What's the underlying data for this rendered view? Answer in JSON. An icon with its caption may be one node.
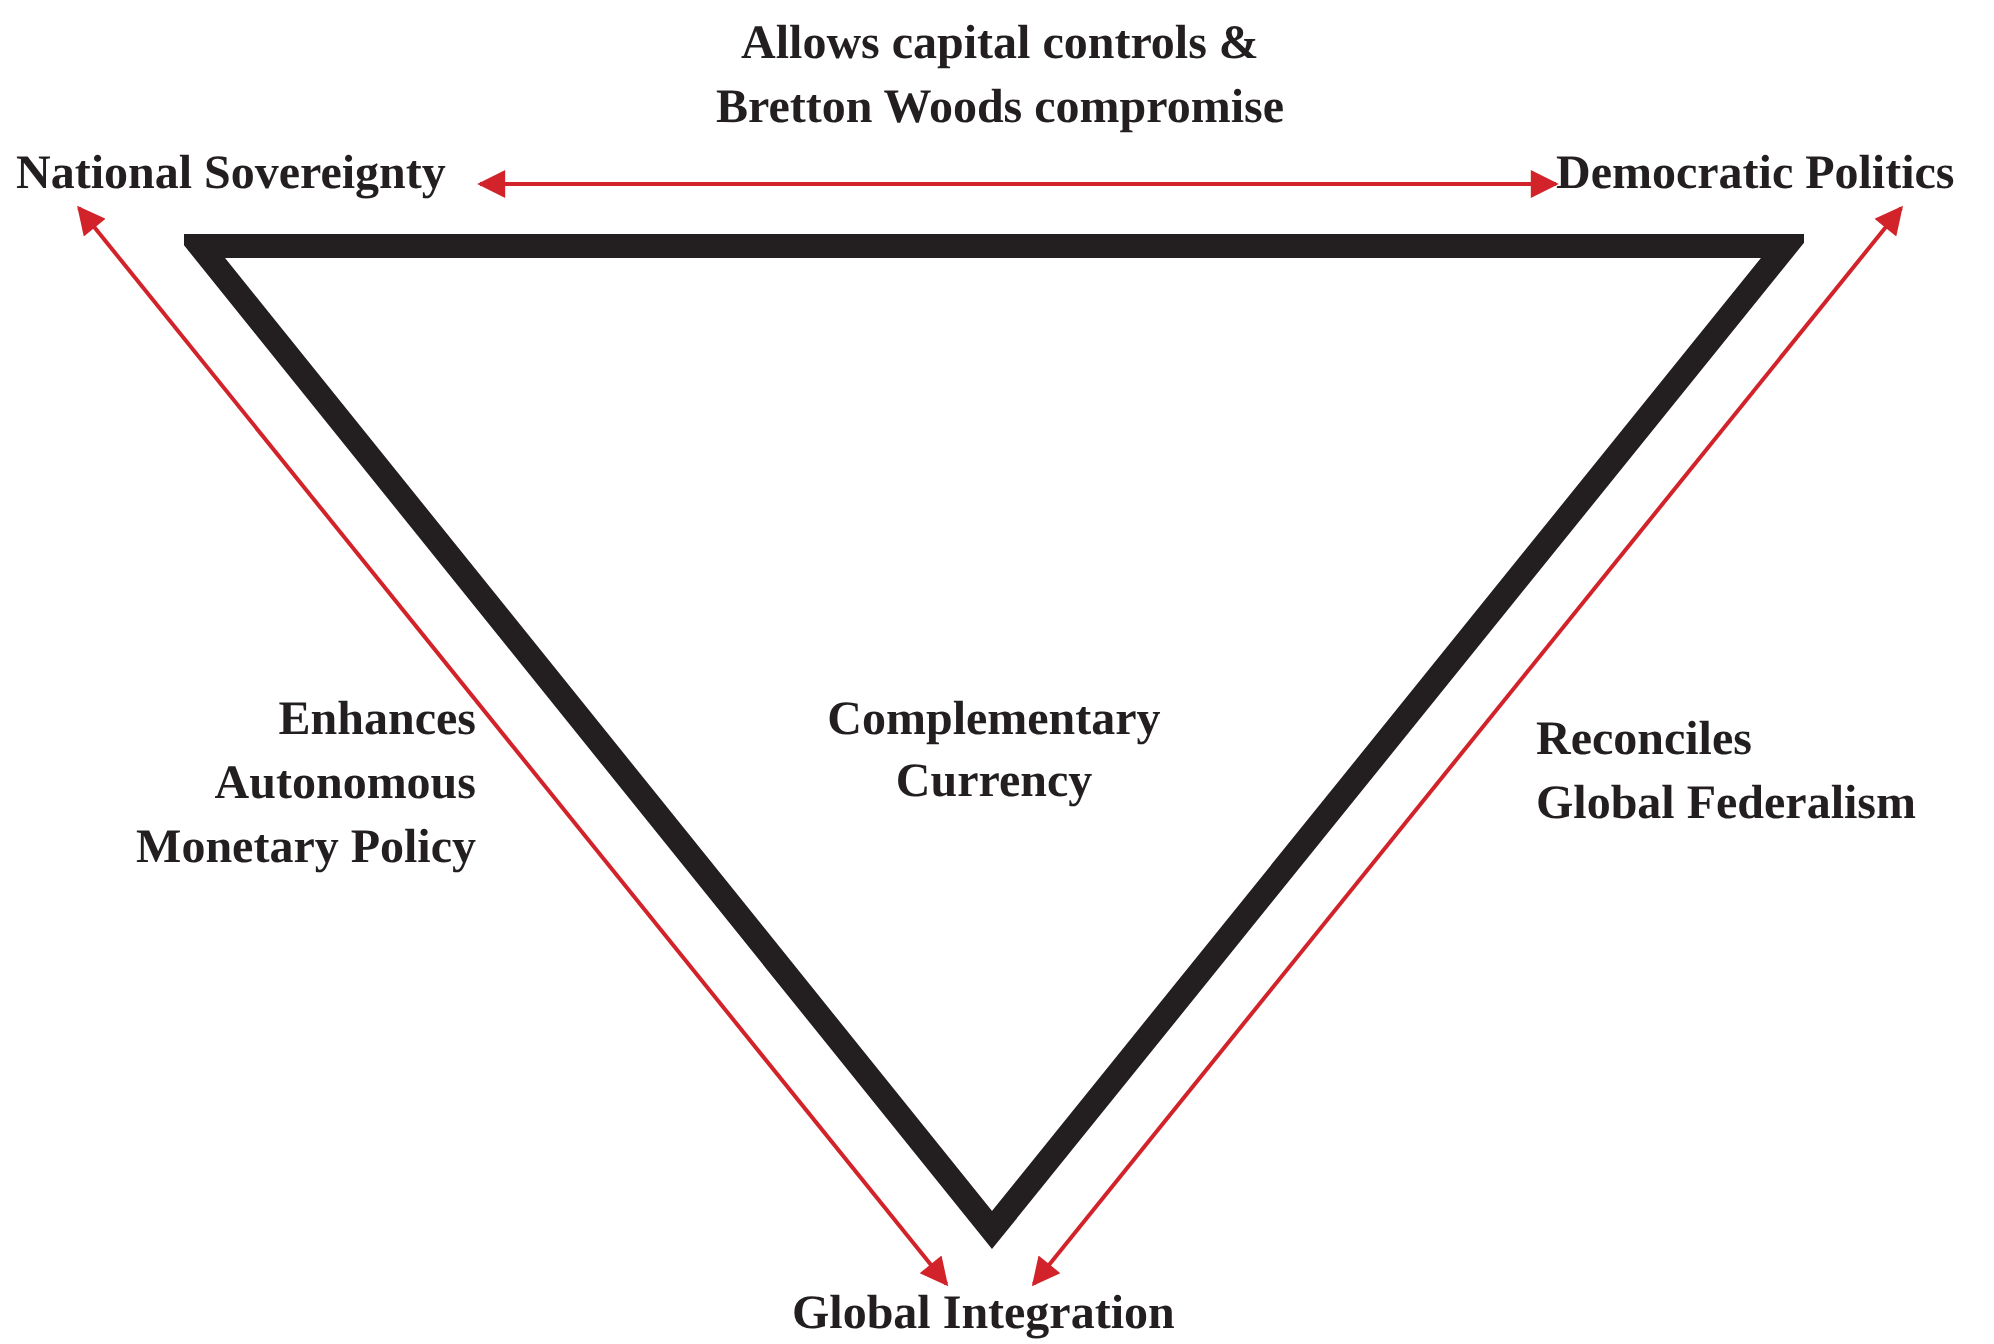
{
  "diagram": {
    "nodes": [
      {
        "text": [
          "National Sovereignty"
        ]
      },
      {
        "text": [
          "Democratic Politics"
        ]
      },
      {
        "text": [
          "Complementary Currency"
        ]
      },
      {
        "text": [
          "Global Integration"
        ]
      }
    ],
    "edges": [
      {
        "from": 0,
        "to": 1,
        "arrow": "both",
        "label": "Allows capital controls & Bretton Woods compromise"
      },
      {
        "from": 0,
        "to": 3,
        "arrow": "both",
        "label": "Enhances Autonomous Monetary Policy"
      },
      {
        "from": 1,
        "to": 3,
        "arrow": "both",
        "label": "Reconciles Global Federalism"
      }
    ]
  }
}
